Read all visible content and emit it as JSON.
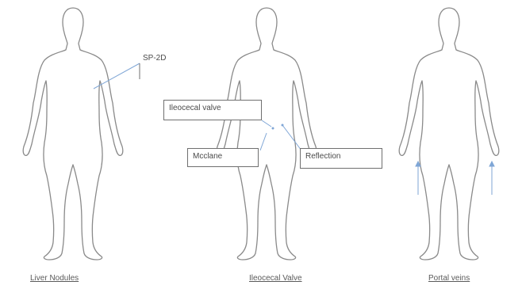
{
  "panels": [
    {
      "caption": "Liver Nodules"
    },
    {
      "caption": "Ileocecal Valve"
    },
    {
      "caption": "Portal veins"
    }
  ],
  "annotations": {
    "panel1_label": "SP-2D",
    "ileocecal_valve": "Ileocecal valve",
    "appendix": "Mcclane",
    "reflection": "Reflection"
  },
  "colors": {
    "outline": "#8a8a8a",
    "accent": "#7fa6d6"
  }
}
